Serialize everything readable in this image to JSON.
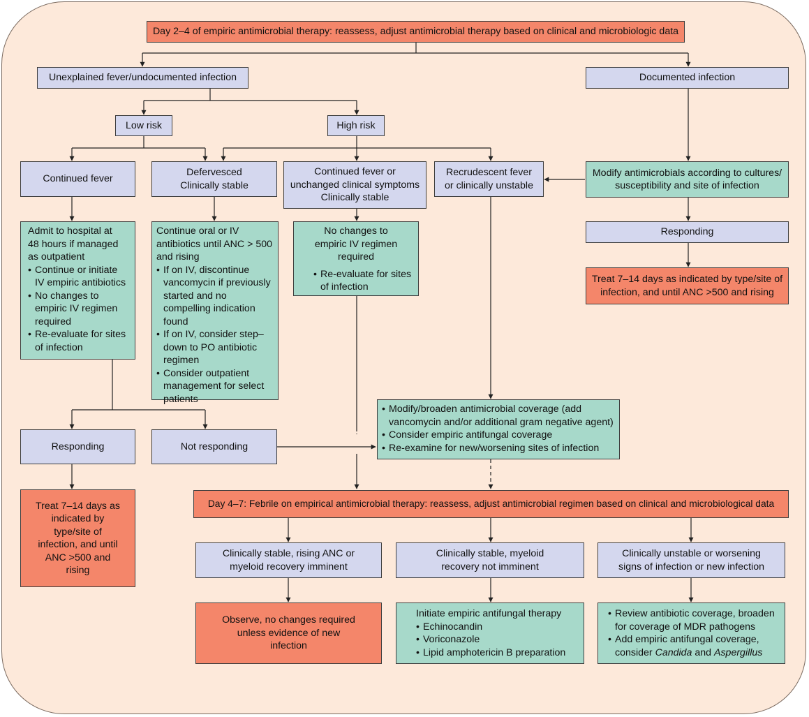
{
  "colors": {
    "background": "#fde9da",
    "blue_box": "#d4d7ee",
    "green_box": "#a7d9ca",
    "red_box": "#f4866a"
  },
  "top": {
    "text": "Day 2–4 of empiric antimicrobial therapy: reassess, adjust antimicrobial therapy based on clinical and microbiologic data"
  },
  "unexplained": {
    "text": "Unexplained fever/undocumented infection"
  },
  "documented": {
    "text": "Documented infection"
  },
  "low_risk": {
    "text": "Low risk"
  },
  "high_risk": {
    "text": "High risk"
  },
  "continued_fever": {
    "text": "Continued fever"
  },
  "defervesced": {
    "text": "Defervesced\nClinically stable"
  },
  "continued_unchanged": {
    "text": "Continued fever or\nunchanged clinical symptoms\nClinically stable"
  },
  "recrudescent": {
    "text": "Recrudescent fever\nor clinically unstable"
  },
  "modify": {
    "text": "Modify antimicrobials according to cultures/\nsusceptibility and site of infection"
  },
  "admit": {
    "intro": "Admit to hospital at\n48 hours if managed\nas outpatient",
    "bullets": [
      "Continue or initiate IV empiric antibiotics",
      "No changes to empiric IV regimen required",
      "Re-evaluate for sites of infection"
    ]
  },
  "continue_oral": {
    "intro": "Continue oral or IV antibiotics until ANC > 500 and rising",
    "bullets": [
      "If on IV, discontinue vancomycin if previously started and no compelling indication found",
      "If on IV, consider step–down to PO antibiotic regimen",
      "Consider outpatient management for select patients"
    ]
  },
  "no_changes": {
    "intro": "No changes to\nempiric IV regimen\nrequired",
    "bullets": [
      "Re-evaluate for sites of infection"
    ]
  },
  "responding_right": {
    "text": "Responding"
  },
  "treat_right": {
    "text": "Treat 7–14 days as indicated by type/site of\ninfection, and until ANC >500 and rising"
  },
  "broaden": {
    "bullets": [
      "Modify/broaden antimicrobial coverage (add vancomycin and/or additional gram negative agent)",
      "Consider empiric antifungal coverage",
      "Re-examine for new/worsening sites of infection"
    ]
  },
  "responding_left": {
    "text": "Responding"
  },
  "not_responding": {
    "text": "Not responding"
  },
  "treat_left": {
    "text": "Treat 7–14 days as\nindicated by\ntype/site of\ninfection, and until\nANC >500 and\nrising"
  },
  "day47": {
    "text": "Day 4–7: Febrile on empirical antimicrobial therapy: reassess, adjust antimicrobial regimen based on clinical and microbiological data"
  },
  "stable_rising": {
    "text": "Clinically stable, rising ANC or\nmyeloid recovery imminent"
  },
  "stable_not": {
    "text": "Clinically stable, myeloid\nrecovery not imminent"
  },
  "unstable": {
    "text": "Clinically unstable or worsening\nsigns of infection or new infection"
  },
  "observe": {
    "text": "Observe, no changes required\nunless evidence of new\ninfection"
  },
  "antifungal": {
    "intro": "Initiate empiric antifungal therapy",
    "bullets": [
      "Echinocandin",
      "Voriconazole",
      "Lipid amphotericin B preparation"
    ]
  },
  "review": {
    "bullet1": "Review antibiotic coverage, broaden for coverage of MDR pathogens",
    "bullet2_pre": "Add empiric antifungal coverage, consider ",
    "bullet2_candida": "Candida",
    "bullet2_and": " and ",
    "bullet2_aspergillus": "Aspergillus"
  }
}
